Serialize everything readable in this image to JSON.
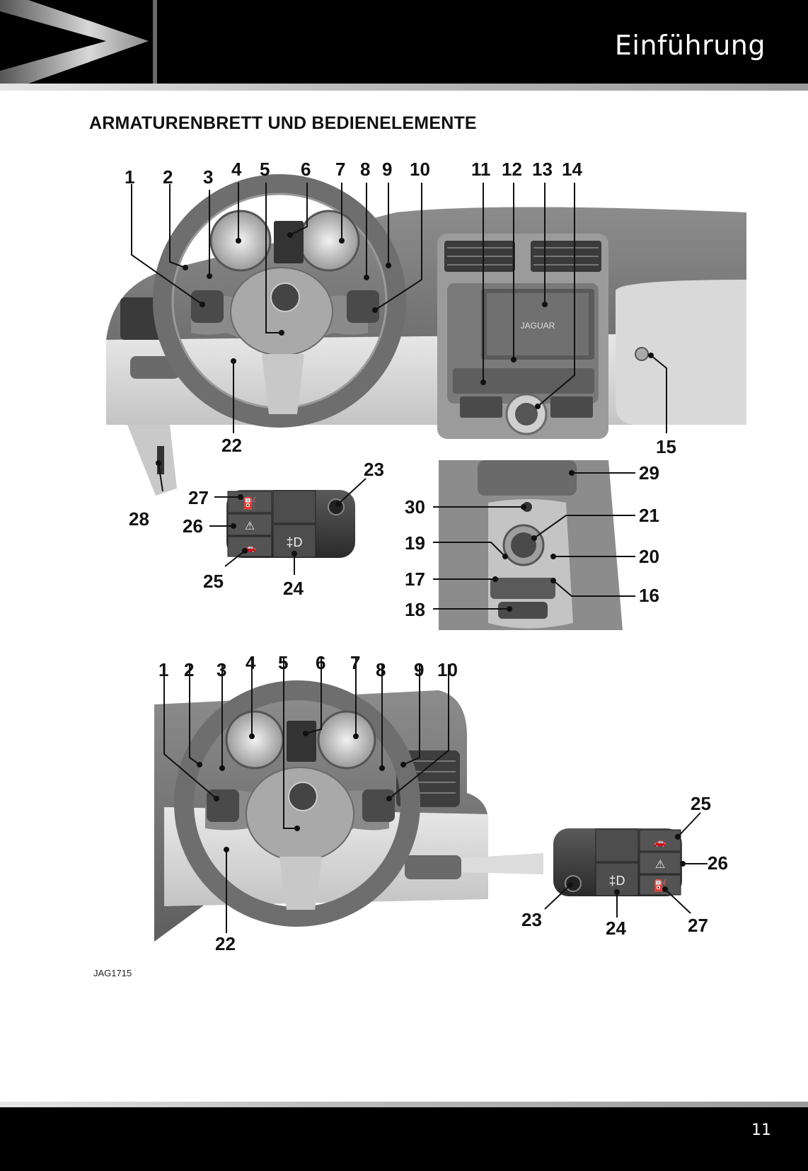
{
  "header": {
    "title": "Einführung"
  },
  "section": {
    "title": "ARMATURENBRETT UND BEDIENELEMENTE"
  },
  "figure": {
    "code": "JAG1715",
    "callouts": {
      "c1": "1",
      "c2": "2",
      "c3": "3",
      "c4": "4",
      "c5": "5",
      "c6": "6",
      "c7": "7",
      "c8": "8",
      "c9": "9",
      "c10": "10",
      "c11": "11",
      "c12": "12",
      "c13": "13",
      "c14": "14",
      "c15": "15",
      "c16": "16",
      "c17": "17",
      "c18": "18",
      "c19": "19",
      "c20": "20",
      "c21": "21",
      "c22": "22",
      "c23": "23",
      "c24": "24",
      "c25": "25",
      "c26": "26",
      "c27": "27",
      "c28": "28",
      "c29": "29",
      "c30": "30"
    }
  },
  "footer": {
    "page_number": "11"
  }
}
